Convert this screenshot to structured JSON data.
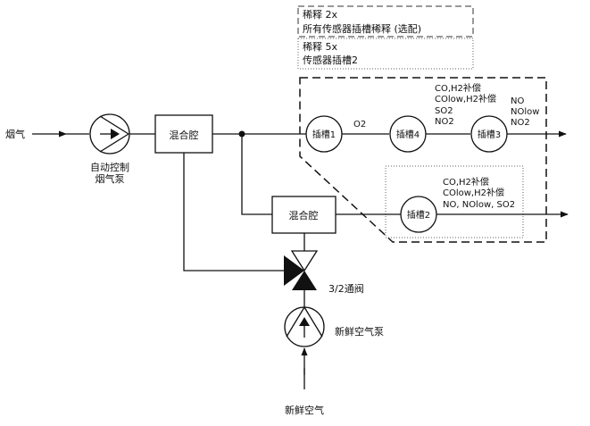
{
  "legend": {
    "dilution2x": {
      "line1": "稀释 2x",
      "line2": "所有传感器插槽稀释 (选配)"
    },
    "dilution5x": {
      "line1": "稀释 5x",
      "line2": "传感器插槽2"
    }
  },
  "inputs": {
    "flue_gas": "烟气",
    "fresh_air": "新鲜空气"
  },
  "pumps": {
    "flue_pump": {
      "line1": "自动控制",
      "line2": "烟气泵"
    },
    "fresh_pump": "新鲜空气泵"
  },
  "chambers": {
    "mixing1": "混合腔",
    "mixing2": "混合腔"
  },
  "valve": "3/2通阀",
  "slots": {
    "slot1": {
      "label": "插槽1",
      "gases": [
        "O2"
      ]
    },
    "slot4": {
      "label": "插槽4",
      "gases": [
        "CO,H2补偿",
        "COlow,H2补偿",
        "SO2",
        "NO2"
      ]
    },
    "slot3": {
      "label": "插槽3",
      "gases": [
        "NO",
        "NOlow",
        "NO2"
      ]
    },
    "slot2": {
      "label": "插槽2",
      "gases": [
        "CO,H2补偿",
        "COlow,H2补偿",
        "NO, NOlow, SO2"
      ]
    }
  }
}
